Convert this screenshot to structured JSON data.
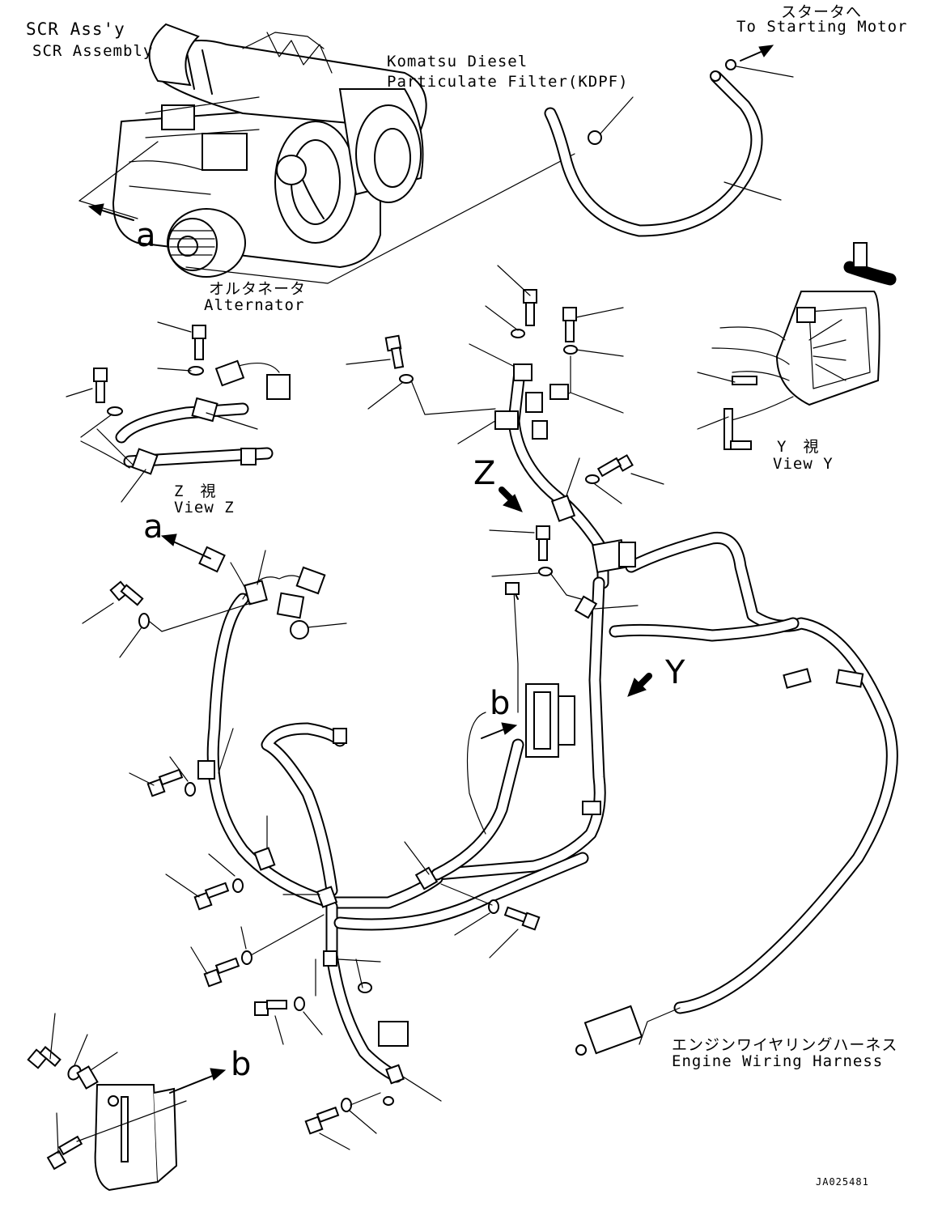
{
  "labels": {
    "scr_jp": "SCR Ass'y",
    "scr_en": "SCR Assembly",
    "kdpf_l1": "Komatsu Diesel",
    "kdpf_l2": "Particulate Filter(KDPF)",
    "starter_jp": "スタータへ",
    "starter_en": "To Starting Motor",
    "alt_jp": "オルタネータ",
    "alt_en": "Alternator",
    "viewz_jp": "Z　視",
    "viewz_en": "View Z",
    "viewy_jp": "Y　視",
    "viewy_en": "View Y",
    "harness_jp": "エンジンワイヤリングハーネス",
    "harness_en": "Engine Wiring Harness",
    "ref_a1": "a",
    "ref_a2": "a",
    "ref_b1": "b",
    "ref_b2": "b",
    "ref_z": "Z",
    "ref_y": "Y",
    "drawing_id": "JA025481"
  },
  "icons": {
    "arrow": "view-direction-arrow-icon",
    "bolt": "bolt-icon",
    "washer": "washer-icon",
    "clamp": "harness-clamp-icon",
    "connector": "connector-icon"
  },
  "colors": {
    "line": "#000000",
    "background": "#ffffff"
  }
}
